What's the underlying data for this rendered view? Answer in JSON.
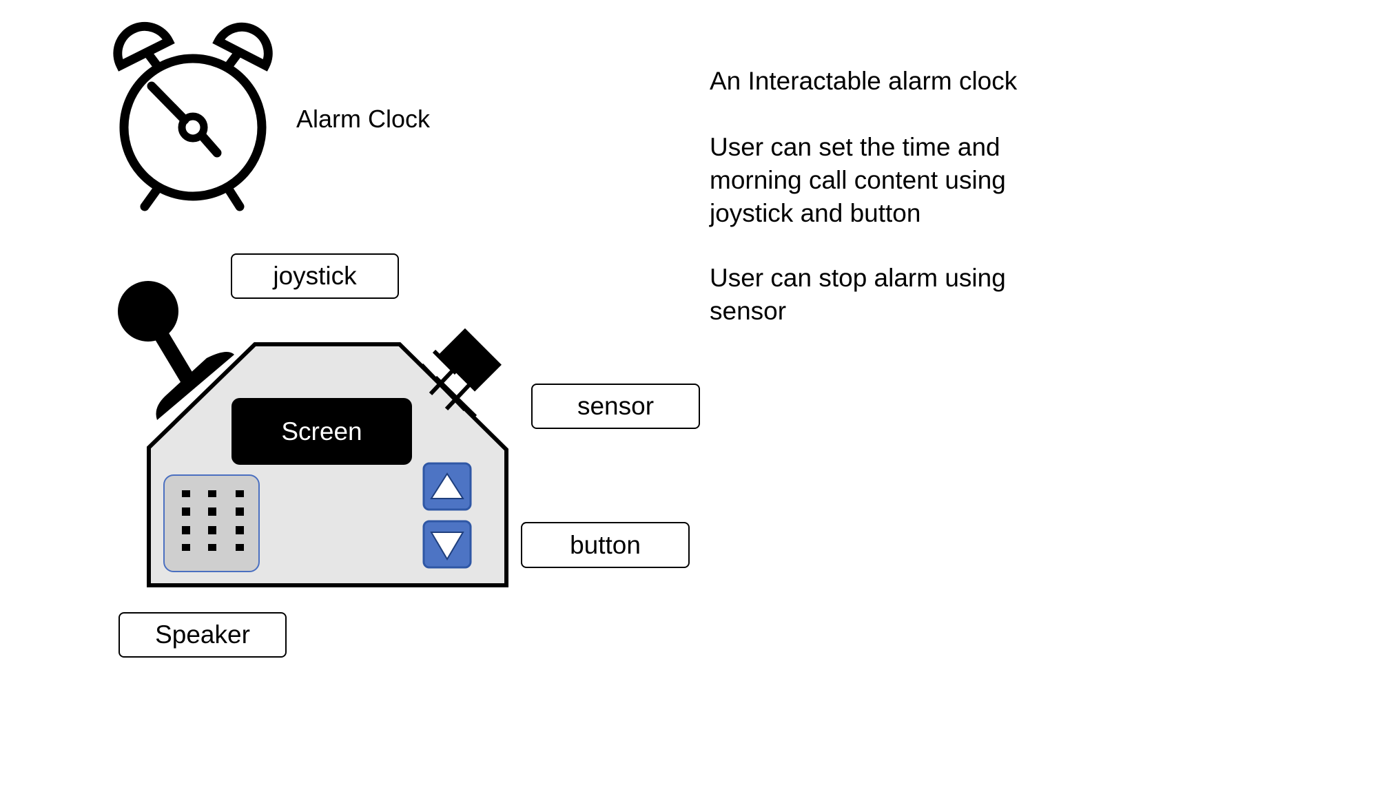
{
  "header": {
    "icon": "alarm-clock-icon",
    "title": "Alarm Clock"
  },
  "description": {
    "heading": "An Interactable alarm clock",
    "paragraph1_lines": [
      "User can set the time and",
      "morning call content using",
      "joystick and button"
    ],
    "paragraph2_lines": [
      "User can stop alarm using",
      "sensor"
    ]
  },
  "device": {
    "screen_label": "Screen",
    "labels": {
      "joystick": "joystick",
      "sensor": "sensor",
      "button": "button",
      "speaker": "Speaker"
    },
    "icons": {
      "up": "up-arrow-icon",
      "down": "down-arrow-icon",
      "speaker": "speaker-grille-icon",
      "sensor": "sensor-icon",
      "joystick": "joystick-icon"
    },
    "colors": {
      "body": "#e6e6e6",
      "button_fill": "#4d74c4",
      "button_border": "#2f57a5",
      "speaker_fill": "#cfcfcf",
      "speaker_border": "#4a6fc0"
    }
  }
}
